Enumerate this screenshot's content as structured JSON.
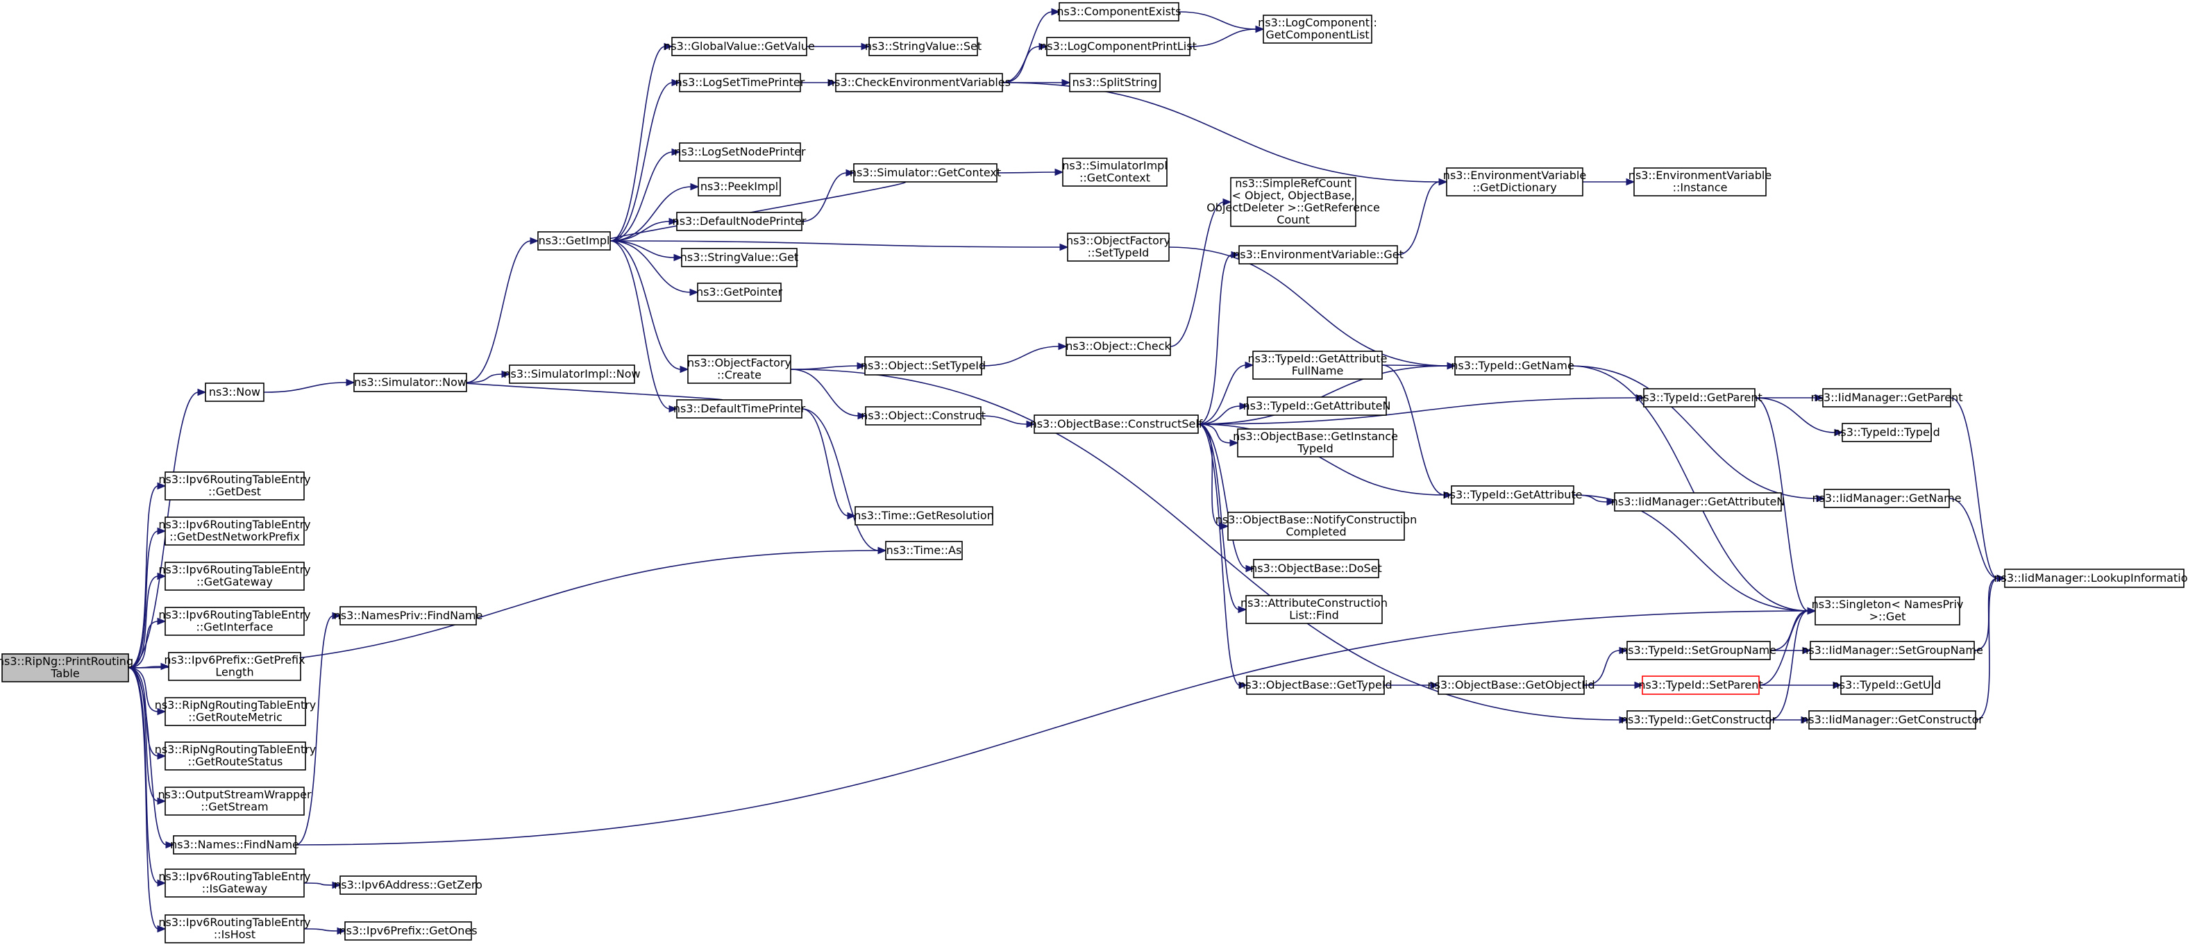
{
  "colors": {
    "edge": "#191970",
    "root_fill": "#bfbfbf",
    "highlight_border": "#ff0000",
    "node_border": "#000000"
  },
  "nodes": [
    {
      "id": "printrt",
      "lines": [
        "ns3::RipNg::PrintRouting",
        "Table"
      ],
      "root": true
    },
    {
      "id": "now",
      "lines": [
        "ns3::Now"
      ]
    },
    {
      "id": "simnow",
      "lines": [
        "ns3::Simulator::Now"
      ]
    },
    {
      "id": "simimplnow",
      "lines": [
        "ns3::SimulatorImpl::Now"
      ]
    },
    {
      "id": "getimpl",
      "lines": [
        "ns3::GetImpl"
      ]
    },
    {
      "id": "gvget",
      "lines": [
        "ns3::GlobalValue::GetValue"
      ]
    },
    {
      "id": "svset",
      "lines": [
        "ns3::StringValue::Set"
      ]
    },
    {
      "id": "logtime",
      "lines": [
        "ns3::LogSetTimePrinter"
      ]
    },
    {
      "id": "checkenv",
      "lines": [
        "ns3::CheckEnvironmentVariables"
      ]
    },
    {
      "id": "compexists",
      "lines": [
        "ns3::ComponentExists"
      ]
    },
    {
      "id": "logcomplist",
      "lines": [
        "ns3::LogComponent::",
        "GetComponentList"
      ]
    },
    {
      "id": "logprint",
      "lines": [
        "ns3::LogComponentPrintList"
      ]
    },
    {
      "id": "splitstr",
      "lines": [
        "ns3::SplitString"
      ]
    },
    {
      "id": "lognode",
      "lines": [
        "ns3::LogSetNodePrinter"
      ]
    },
    {
      "id": "peekimpl",
      "lines": [
        "ns3::PeekImpl"
      ]
    },
    {
      "id": "defnode",
      "lines": [
        "ns3::DefaultNodePrinter"
      ]
    },
    {
      "id": "simctx",
      "lines": [
        "ns3::Simulator::GetContext"
      ]
    },
    {
      "id": "simimplctx",
      "lines": [
        "ns3::SimulatorImpl",
        "::GetContext"
      ]
    },
    {
      "id": "svget",
      "lines": [
        "ns3::StringValue::Get"
      ]
    },
    {
      "id": "getptr",
      "lines": [
        "ns3::GetPointer"
      ]
    },
    {
      "id": "ofcreate",
      "lines": [
        "ns3::ObjectFactory",
        "::Create"
      ]
    },
    {
      "id": "deftime",
      "lines": [
        "ns3::DefaultTimePrinter"
      ]
    },
    {
      "id": "objsettid",
      "lines": [
        "ns3::Object::SetTypeId"
      ]
    },
    {
      "id": "objconstruct",
      "lines": [
        "ns3::Object::Construct"
      ]
    },
    {
      "id": "objcheck",
      "lines": [
        "ns3::Object::Check"
      ]
    },
    {
      "id": "ofsettid",
      "lines": [
        "ns3::ObjectFactory",
        "::SetTypeId"
      ]
    },
    {
      "id": "simpleref",
      "lines": [
        "ns3::SimpleRefCount",
        "< Object, ObjectBase,",
        "ObjectDeleter >::GetReference",
        "Count"
      ]
    },
    {
      "id": "envget",
      "lines": [
        "ns3::EnvironmentVariable::Get"
      ]
    },
    {
      "id": "envdict",
      "lines": [
        "ns3::EnvironmentVariable",
        "::GetDictionary"
      ]
    },
    {
      "id": "envinst",
      "lines": [
        "ns3::EnvironmentVariable",
        "::Instance"
      ]
    },
    {
      "id": "timeres",
      "lines": [
        "ns3::Time::GetResolution"
      ]
    },
    {
      "id": "timeas",
      "lines": [
        "ns3::Time::As"
      ]
    },
    {
      "id": "obconstruct",
      "lines": [
        "ns3::ObjectBase::ConstructSelf"
      ]
    },
    {
      "id": "tidattrfull",
      "lines": [
        "ns3::TypeId::GetAttribute",
        "FullName"
      ]
    },
    {
      "id": "tidattrn",
      "lines": [
        "ns3::TypeId::GetAttributeN"
      ]
    },
    {
      "id": "obinst",
      "lines": [
        "ns3::ObjectBase::GetInstance",
        "TypeId"
      ]
    },
    {
      "id": "obnotify",
      "lines": [
        "ns3::ObjectBase::NotifyConstruction",
        "Completed"
      ]
    },
    {
      "id": "obdoset",
      "lines": [
        "ns3::ObjectBase::DoSet"
      ]
    },
    {
      "id": "acfind",
      "lines": [
        "ns3::AttributeConstruction",
        "List::Find"
      ]
    },
    {
      "id": "obgettid",
      "lines": [
        "ns3::ObjectBase::GetTypeId"
      ]
    },
    {
      "id": "obgetoiid",
      "lines": [
        "ns3::ObjectBase::GetObjectIid"
      ]
    },
    {
      "id": "tidgetname",
      "lines": [
        "ns3::TypeId::GetName"
      ]
    },
    {
      "id": "tidgetattr",
      "lines": [
        "ns3::TypeId::GetAttribute"
      ]
    },
    {
      "id": "iidattrn",
      "lines": [
        "ns3::IidManager::GetAttributeN"
      ]
    },
    {
      "id": "tidgetparent",
      "lines": [
        "ns3::TypeId::GetParent"
      ]
    },
    {
      "id": "iidgetparent",
      "lines": [
        "ns3::IidManager::GetParent"
      ]
    },
    {
      "id": "tidtid",
      "lines": [
        "ns3::TypeId::TypeId"
      ]
    },
    {
      "id": "iidgetname",
      "lines": [
        "ns3::IidManager::GetName"
      ]
    },
    {
      "id": "iidlookup",
      "lines": [
        "ns3::IidManager::LookupInformation"
      ]
    },
    {
      "id": "singleton",
      "lines": [
        "ns3::Singleton< NamesPriv",
        ">::Get"
      ]
    },
    {
      "id": "tidsetgroup",
      "lines": [
        "ns3::TypeId::SetGroupName"
      ]
    },
    {
      "id": "iidsetgroup",
      "lines": [
        "ns3::IidManager::SetGroupName"
      ]
    },
    {
      "id": "tidsetparent",
      "lines": [
        "ns3::TypeId::SetParent"
      ],
      "highlight": true
    },
    {
      "id": "tidgetuid",
      "lines": [
        "ns3::TypeId::GetUid"
      ]
    },
    {
      "id": "tidgetctor",
      "lines": [
        "ns3::TypeId::GetConstructor"
      ]
    },
    {
      "id": "iidgetctor",
      "lines": [
        "ns3::IidManager::GetConstructor"
      ]
    },
    {
      "id": "ipv6getdest",
      "lines": [
        "ns3::Ipv6RoutingTableEntry",
        "::GetDest"
      ]
    },
    {
      "id": "ipv6getdnp",
      "lines": [
        "ns3::Ipv6RoutingTableEntry",
        "::GetDestNetworkPrefix"
      ]
    },
    {
      "id": "ipv6getgw",
      "lines": [
        "ns3::Ipv6RoutingTableEntry",
        "::GetGateway"
      ]
    },
    {
      "id": "ipv6getif",
      "lines": [
        "ns3::Ipv6RoutingTableEntry",
        "::GetInterface"
      ]
    },
    {
      "id": "ipv6prefixlen",
      "lines": [
        "ns3::Ipv6Prefix::GetPrefix",
        "Length"
      ]
    },
    {
      "id": "ripmetric",
      "lines": [
        "ns3::RipNgRoutingTableEntry",
        "::GetRouteMetric"
      ]
    },
    {
      "id": "ripstatus",
      "lines": [
        "ns3::RipNgRoutingTableEntry",
        "::GetRouteStatus"
      ]
    },
    {
      "id": "osw",
      "lines": [
        "ns3::OutputStreamWrapper",
        "::GetStream"
      ]
    },
    {
      "id": "namesfind",
      "lines": [
        "ns3::Names::FindName"
      ]
    },
    {
      "id": "namesprivfind",
      "lines": [
        "ns3::NamesPriv::FindName"
      ]
    },
    {
      "id": "ipv6isgw",
      "lines": [
        "ns3::Ipv6RoutingTableEntry",
        "::IsGateway"
      ]
    },
    {
      "id": "ipv6addrzero",
      "lines": [
        "ns3::Ipv6Address::GetZero"
      ]
    },
    {
      "id": "ipv6ishost",
      "lines": [
        "ns3::Ipv6RoutingTableEntry",
        "::IsHost"
      ]
    },
    {
      "id": "ipv6ones",
      "lines": [
        "ns3::Ipv6Prefix::GetOnes"
      ]
    }
  ],
  "edges": [
    [
      "printrt",
      "now"
    ],
    [
      "printrt",
      "ipv6getdest"
    ],
    [
      "printrt",
      "ipv6getdnp"
    ],
    [
      "printrt",
      "ipv6getgw"
    ],
    [
      "printrt",
      "ipv6getif"
    ],
    [
      "printrt",
      "ipv6prefixlen"
    ],
    [
      "printrt",
      "ripmetric"
    ],
    [
      "printrt",
      "ripstatus"
    ],
    [
      "printrt",
      "osw"
    ],
    [
      "printrt",
      "namesfind"
    ],
    [
      "printrt",
      "ipv6isgw"
    ],
    [
      "printrt",
      "ipv6ishost"
    ],
    [
      "printrt",
      "timeas"
    ],
    [
      "now",
      "simnow"
    ],
    [
      "simnow",
      "simimplnow"
    ],
    [
      "simnow",
      "getimpl"
    ],
    [
      "getimpl",
      "gvget"
    ],
    [
      "getimpl",
      "logtime"
    ],
    [
      "getimpl",
      "lognode"
    ],
    [
      "getimpl",
      "peekimpl"
    ],
    [
      "getimpl",
      "defnode"
    ],
    [
      "getimpl",
      "svget"
    ],
    [
      "getimpl",
      "getptr"
    ],
    [
      "getimpl",
      "ofcreate"
    ],
    [
      "getimpl",
      "deftime"
    ],
    [
      "getimpl",
      "ofsettid"
    ],
    [
      "simctx",
      "getimpl"
    ],
    [
      "gvget",
      "svset"
    ],
    [
      "logtime",
      "checkenv"
    ],
    [
      "checkenv",
      "compexists"
    ],
    [
      "checkenv",
      "logprint"
    ],
    [
      "checkenv",
      "splitstr"
    ],
    [
      "checkenv",
      "envdict"
    ],
    [
      "compexists",
      "logcomplist"
    ],
    [
      "logprint",
      "logcomplist"
    ],
    [
      "defnode",
      "simctx"
    ],
    [
      "simctx",
      "simimplctx"
    ],
    [
      "deftime",
      "simnow"
    ],
    [
      "deftime",
      "timeres"
    ],
    [
      "deftime",
      "timeas"
    ],
    [
      "ofcreate",
      "objsettid"
    ],
    [
      "ofcreate",
      "objconstruct"
    ],
    [
      "ofcreate",
      "tidgetctor"
    ],
    [
      "objsettid",
      "objcheck"
    ],
    [
      "objcheck",
      "simpleref"
    ],
    [
      "objconstruct",
      "obconstruct"
    ],
    [
      "ofsettid",
      "tidgetname"
    ],
    [
      "envget",
      "envdict"
    ],
    [
      "envdict",
      "envinst"
    ],
    [
      "obconstruct",
      "envget"
    ],
    [
      "obconstruct",
      "tidgetparent"
    ],
    [
      "obconstruct",
      "tidgetname"
    ],
    [
      "obconstruct",
      "tidattrfull"
    ],
    [
      "obconstruct",
      "tidattrn"
    ],
    [
      "obconstruct",
      "obinst"
    ],
    [
      "obconstruct",
      "tidgetattr"
    ],
    [
      "obconstruct",
      "obnotify"
    ],
    [
      "obconstruct",
      "obdoset"
    ],
    [
      "obconstruct",
      "acfind"
    ],
    [
      "obconstruct",
      "obgettid"
    ],
    [
      "tidattrfull",
      "tidgetname"
    ],
    [
      "tidattrfull",
      "tidgetattr"
    ],
    [
      "tidgetname",
      "singleton"
    ],
    [
      "tidgetname",
      "iidgetname"
    ],
    [
      "tidgetattr",
      "iidattrn"
    ],
    [
      "tidgetattr",
      "singleton"
    ],
    [
      "tidgetparent",
      "iidgetparent"
    ],
    [
      "tidgetparent",
      "tidtid"
    ],
    [
      "tidgetparent",
      "singleton"
    ],
    [
      "iidgetparent",
      "iidlookup"
    ],
    [
      "iidgetname",
      "iidlookup"
    ],
    [
      "obgettid",
      "obgetoiid"
    ],
    [
      "obgetoiid",
      "tidsetgroup"
    ],
    [
      "obgetoiid",
      "tidsetparent"
    ],
    [
      "tidsetgroup",
      "singleton"
    ],
    [
      "tidsetgroup",
      "iidsetgroup"
    ],
    [
      "iidsetgroup",
      "iidlookup"
    ],
    [
      "tidsetparent",
      "singleton"
    ],
    [
      "tidsetparent",
      "tidgetuid"
    ],
    [
      "tidgetctor",
      "singleton"
    ],
    [
      "tidgetctor",
      "iidgetctor"
    ],
    [
      "iidgetctor",
      "iidlookup"
    ],
    [
      "namesfind",
      "namesprivfind"
    ],
    [
      "namesfind",
      "singleton"
    ],
    [
      "ipv6isgw",
      "ipv6addrzero"
    ],
    [
      "ipv6ishost",
      "ipv6ones"
    ]
  ]
}
